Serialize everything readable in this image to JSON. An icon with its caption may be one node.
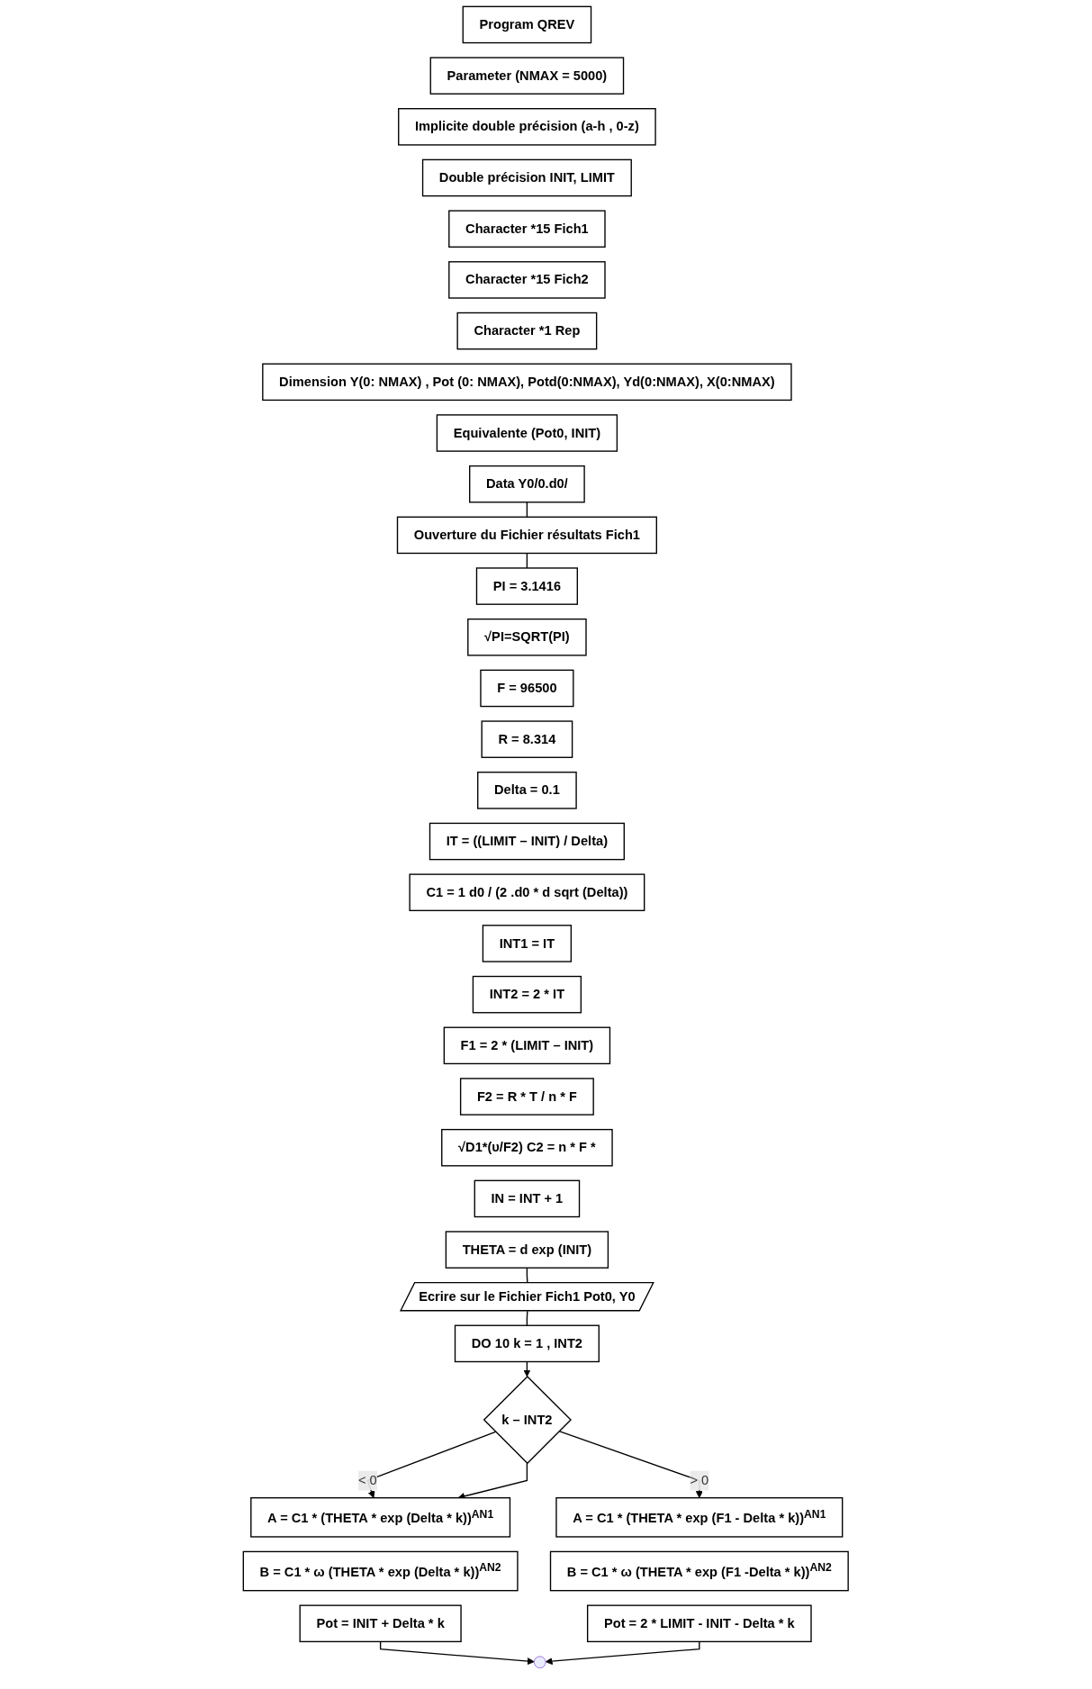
{
  "diagram": {
    "nodes": [
      {
        "text": [
          "Program QREV"
        ]
      },
      {
        "text": [
          "Parameter (NMAX = 5000)"
        ]
      },
      {
        "text": [
          "Implicite double précision (a-h , 0-z)"
        ]
      },
      {
        "text": [
          "Double précision  INIT, LIMIT"
        ]
      },
      {
        "text": [
          "Character *15 Fich1"
        ]
      },
      {
        "text": [
          "Character *15 Fich2"
        ]
      },
      {
        "text": [
          "Character *1 Rep"
        ]
      },
      {
        "text": [
          "Dimension  Y(0: NMAX) , Pot (0: NMAX), Potd(0:NMAX), Yd(0:NMAX), X(0:NMAX)"
        ]
      },
      {
        "text": [
          "Equivalente (Pot0, INIT)"
        ]
      },
      {
        "text": [
          "Data Y0/0.d0/"
        ]
      },
      {
        "text": [
          "Ouverture du Fichier résultats Fich1"
        ]
      },
      {
        "text": [
          "PI = 3.1416"
        ]
      },
      {
        "text": [
          "√PI=SQRT(PI)"
        ]
      },
      {
        "text": [
          "F = 96500"
        ]
      },
      {
        "text": [
          "R = 8.314"
        ]
      },
      {
        "text": [
          "Delta = 0.1"
        ]
      },
      {
        "text": [
          "IT = ((LIMIT – INIT) / Delta)"
        ]
      },
      {
        "text": [
          "C1 = 1 d0 / (2 .d0 * d sqrt (Delta))"
        ]
      },
      {
        "text": [
          "INT1 = IT"
        ]
      },
      {
        "text": [
          "INT2 = 2 * IT"
        ]
      },
      {
        "text": [
          "F1 = 2 * (LIMIT – INIT)"
        ]
      },
      {
        "text": [
          "F2 = R * T / n * F"
        ]
      },
      {
        "text": [
          "√D1*(υ/F2) C2 = n * F *"
        ]
      },
      {
        "text": [
          "IN = INT + 1"
        ]
      },
      {
        "text": [
          "THETA = d exp (INIT)"
        ]
      },
      {
        "text": [
          "Ecrire sur le Fichier Fich1 Pot0, Y0"
        ]
      },
      {
        "text": [
          "DO 10 k = 1 , INT2"
        ]
      },
      {
        "text": [
          "k – INT2"
        ]
      },
      {
        "text": [
          "A = C1 * (THETA * exp (Delta * k))$^{AN1}$"
        ]
      },
      {
        "text": [
          "B = C1 * ω (THETA * exp (Delta * k))$^{AN2}$"
        ]
      },
      {
        "text": [
          "Pot = INIT + Delta * k"
        ]
      },
      {
        "text": [
          "A = C1 * (THETA * exp (F1 - Delta * k))$^{AN1}$"
        ]
      },
      {
        "text": [
          "B = C1 * ω (THETA * exp (F1 -Delta * k))$^{AN2}$"
        ]
      },
      {
        "text": [
          "Pot = 2 * LIMIT - INIT - Delta * k"
        ]
      }
    ],
    "edges": [
      {
        "from": 9,
        "to": 10,
        "arrow": "none"
      },
      {
        "from": 10,
        "to": 11,
        "arrow": "none"
      },
      {
        "from": 24,
        "to": 25,
        "arrow": "none"
      },
      {
        "from": 25,
        "to": 26,
        "arrow": "none"
      },
      {
        "from": 26,
        "to": 27,
        "arrow": "to"
      },
      {
        "from": 27,
        "to": 28,
        "arrow": "to",
        "label": "< 0"
      },
      {
        "from": 27,
        "to": 28,
        "arrow": "to"
      },
      {
        "from": 27,
        "to": 31,
        "arrow": "to",
        "label": "> 0"
      },
      {
        "from": 30,
        "to": null,
        "arrow": "to"
      },
      {
        "from": 33,
        "to": null,
        "arrow": "to"
      }
    ]
  }
}
